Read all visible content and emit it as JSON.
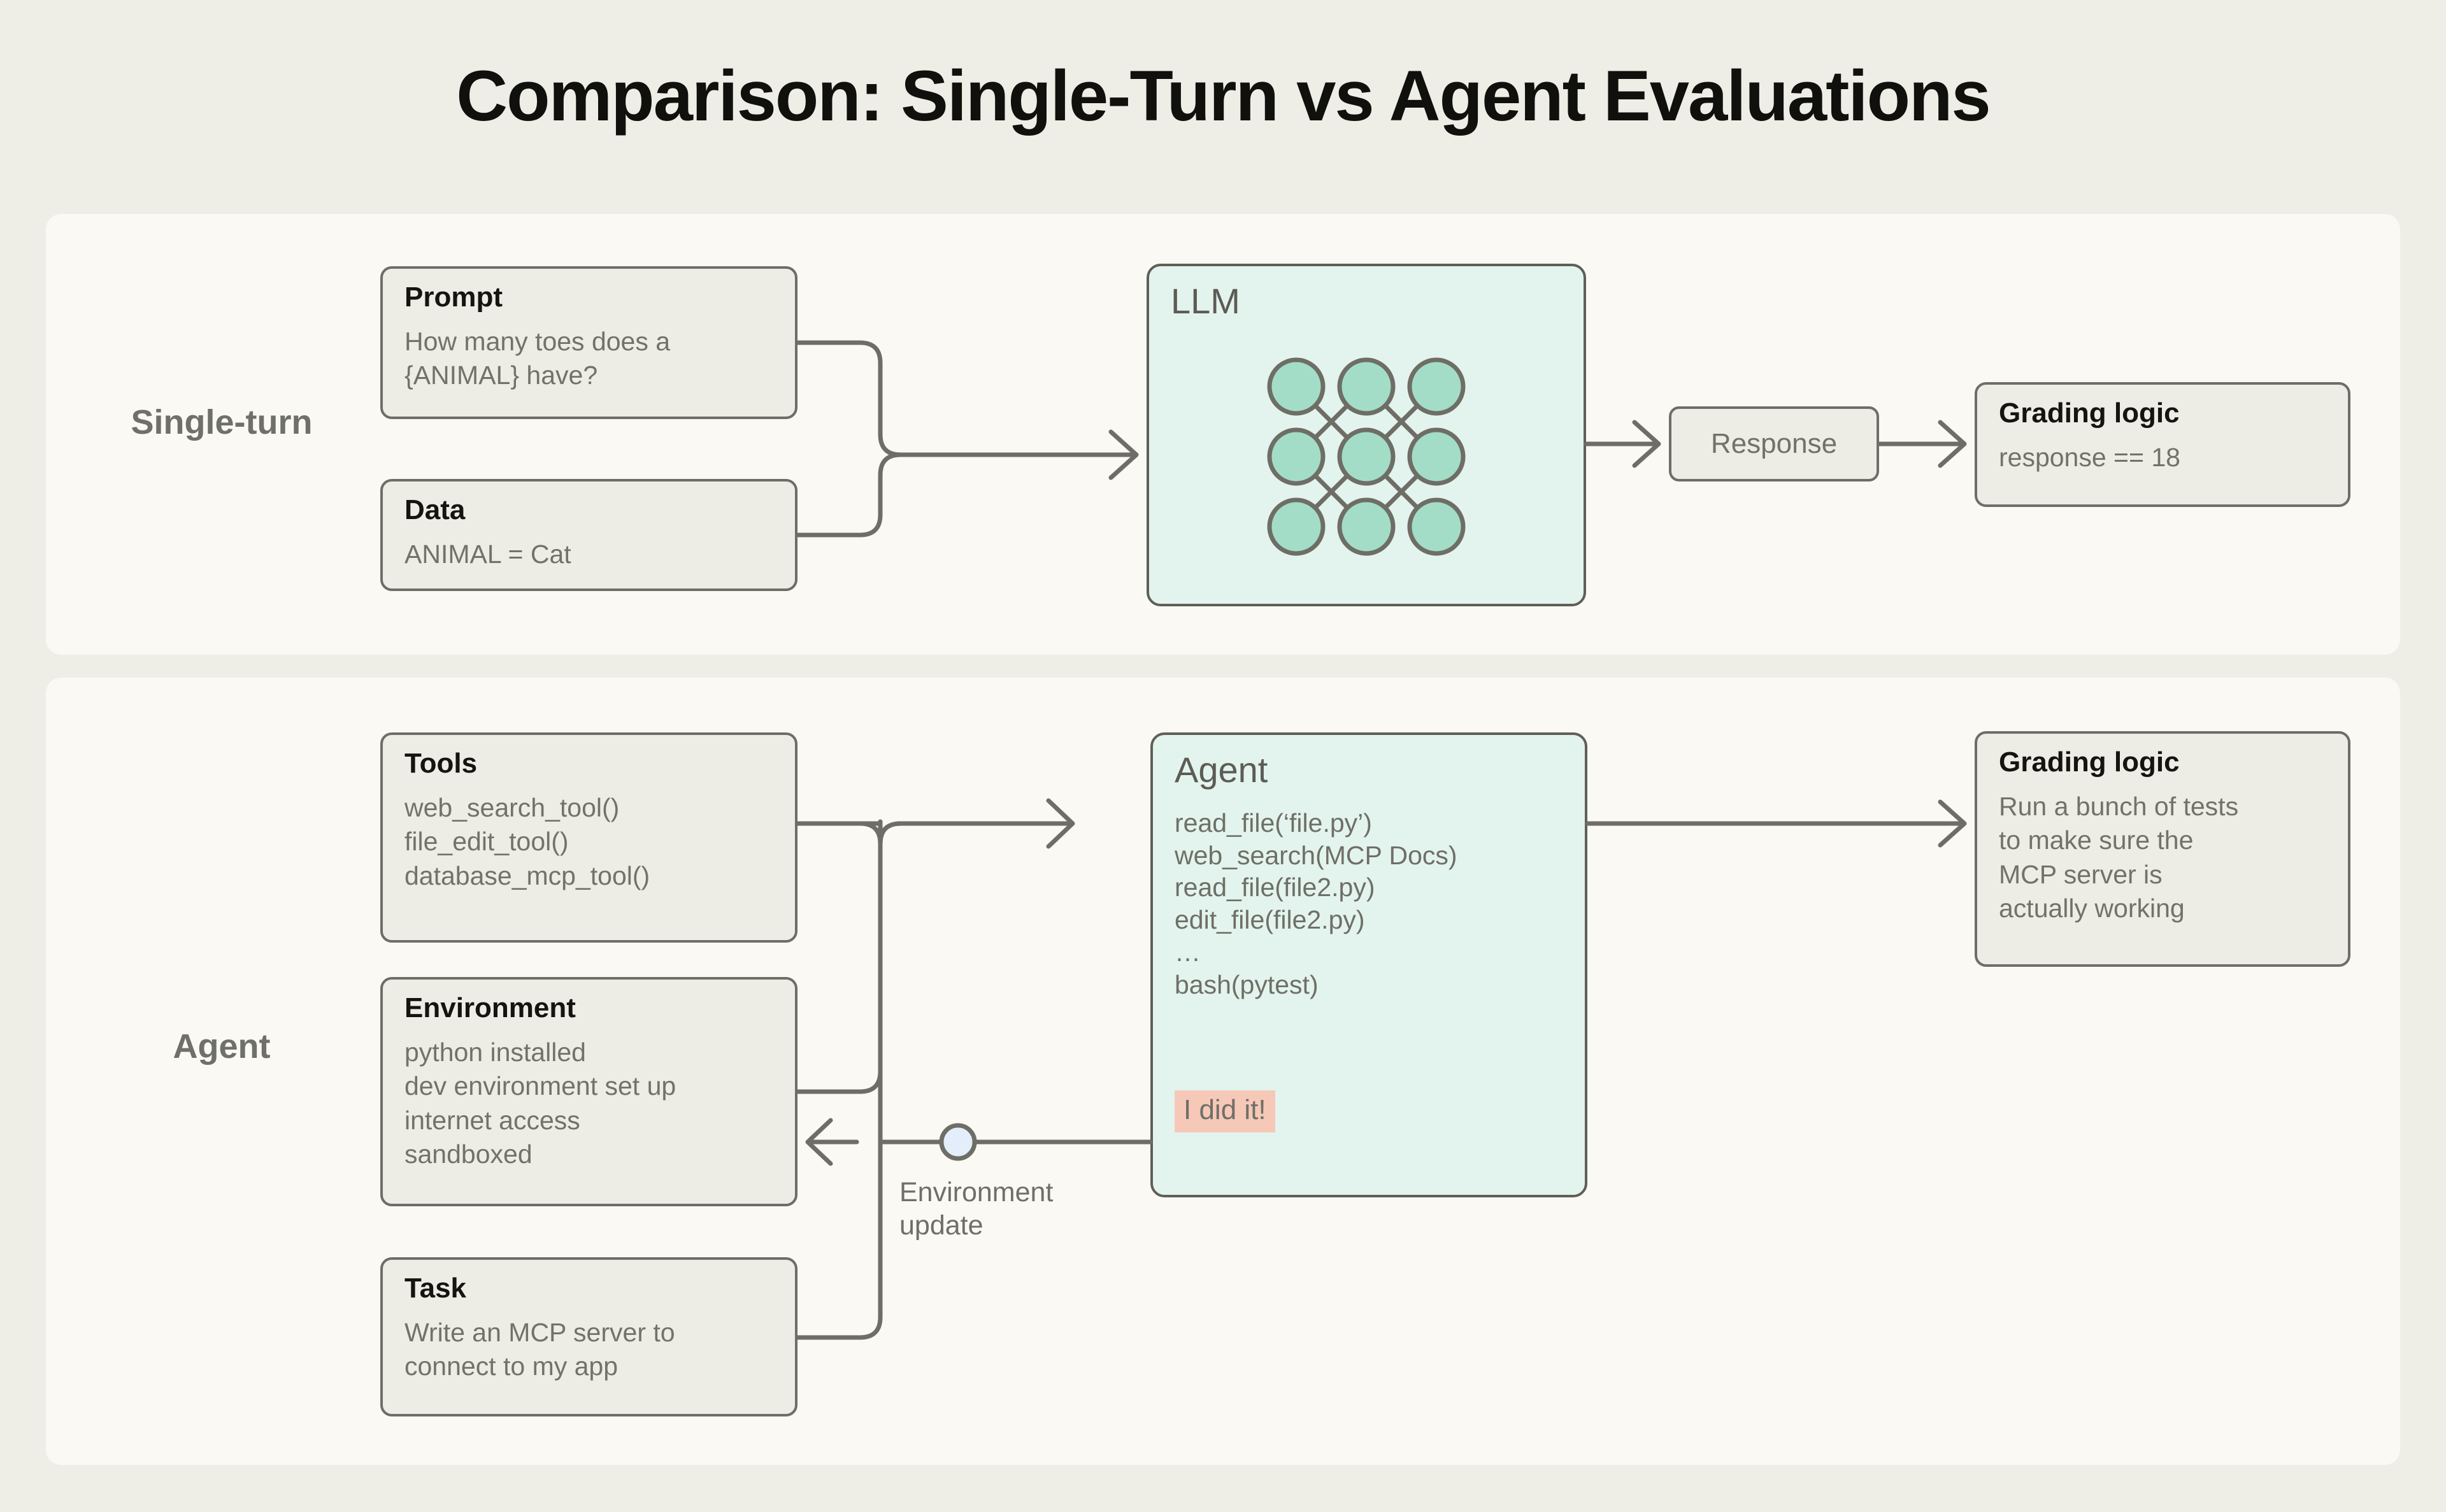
{
  "title": "Comparison: Single-Turn vs Agent Evaluations",
  "colors": {
    "page_background": "#eeeee6",
    "panel_background": "#faf9f4",
    "card_background": "#ededE5",
    "card_border": "#6e6e66",
    "accent_mint": "#e3f4ee",
    "node_fill": "#a3ddc7",
    "highlight_salmon": "#f6c8b8",
    "marker_blue": "#e4eefb",
    "text_heading": "#15150f",
    "text_body": "#72726a"
  },
  "rows": {
    "single_turn": {
      "label": "Single-turn",
      "prompt": {
        "title": "Prompt",
        "lines": [
          "How many toes does a",
          "{ANIMAL} have?"
        ]
      },
      "data": {
        "title": "Data",
        "lines": [
          "ANIMAL = Cat"
        ]
      },
      "model": {
        "title": "LLM",
        "diagram": "neural-network-3x3"
      },
      "response": {
        "label": "Response"
      },
      "grading": {
        "title": "Grading logic",
        "lines": [
          "response == 18"
        ]
      }
    },
    "agent": {
      "label": "Agent",
      "tools": {
        "title": "Tools",
        "lines": [
          "web_search_tool()",
          "file_edit_tool()",
          "database_mcp_tool()"
        ]
      },
      "environment": {
        "title": "Environment",
        "lines": [
          "python installed",
          "dev environment set up",
          "internet access",
          "sandboxed"
        ]
      },
      "task": {
        "title": "Task",
        "lines": [
          "Write an MCP server to",
          "connect to my app"
        ]
      },
      "agent_box": {
        "title": "Agent",
        "trace": [
          "read_file(‘file.py’)",
          "web_search(MCP Docs)",
          "read_file(file2.py)",
          "edit_file(file2.py)",
          "…",
          "bash(pytest)"
        ],
        "final_message": "I did it!"
      },
      "feedback": {
        "lines": [
          "Environment",
          "update"
        ]
      },
      "grading": {
        "title": "Grading logic",
        "lines": [
          "Run a bunch of tests",
          "to make sure the",
          "MCP server is",
          "actually working"
        ]
      }
    }
  }
}
